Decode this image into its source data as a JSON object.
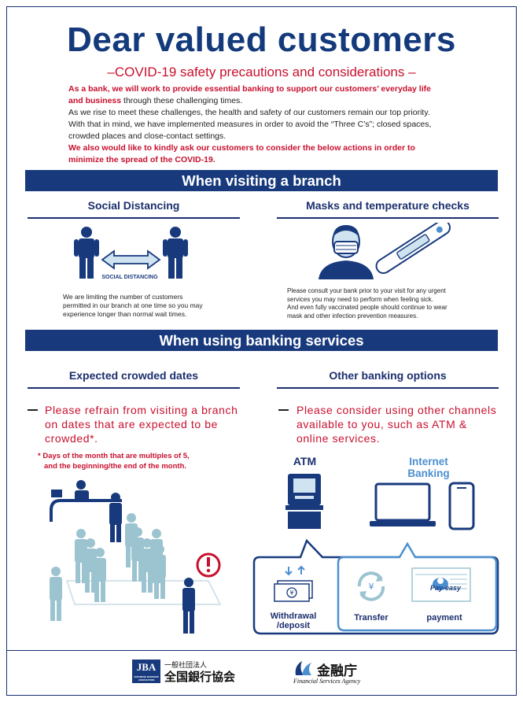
{
  "header": {
    "title": "Dear valued customers",
    "subtitle": "–COVID-19 safety precautions and considerations –"
  },
  "intro": {
    "line1_red": "As a bank, we will work to provide essential banking to support our customers’ everyday life",
    "line2_red": "and business",
    "line2_rest": " through these challenging times.",
    "line3": "As we rise to meet these challenges, the health and safety of our customers remain our top priority.",
    "line4": "With that in mind, we have implemented measures in order to avoid the “Three C’s”; closed spaces,",
    "line5": "crowded places and close-contact settings.",
    "line6_red": "We also would like to kindly ask our customers to consider the below actions in order to",
    "line7_red": "minimize the spread of the COVID-19."
  },
  "section1": {
    "banner": "When visiting a branch",
    "left": {
      "heading": "Social Distancing",
      "graphic_label": "SOCIAL DISTANCING",
      "text1": "We are limiting the number of customers",
      "text2": "permitted in our branch at one time so you may",
      "text3": "experience longer than normal wait times."
    },
    "right": {
      "heading": "Masks and temperature checks",
      "text1": "Please consult your bank prior to your visit for any urgent",
      "text2": "services you may need to perform when feeling sick.",
      "text3": "And even fully vaccinated people should continue to wear",
      "text4": "mask and other infection prevention measures."
    }
  },
  "section2": {
    "banner": "When using banking services",
    "left": {
      "heading": "Expected crowded dates",
      "bullet1": "Please refrain from visiting a branch",
      "bullet2": "on dates that are expected to be",
      "bullet3": "crowded*.",
      "note1": "* Days of the month that are multiples of 5,",
      "note2": "and the beginning/the end of the month."
    },
    "right": {
      "heading": "Other banking options",
      "bullet1": "Please consider using other channels",
      "bullet2": "available to you, such as ATM &",
      "bullet3": "online services.",
      "atm_label": "ATM",
      "internet_label1": "Internet",
      "internet_label2": "Banking",
      "withdrawal1": "Withdrawal",
      "withdrawal2": "/deposit",
      "transfer": "Transfer",
      "payment": "payment",
      "payeasy": "Pay-easy"
    }
  },
  "footer": {
    "jba_abbr": "JBA",
    "jba_small": "JAPANESE BANKERS ASSOCIATION",
    "jba_top": "一般社団法人",
    "jba_name": "全国銀行協会",
    "fsa_name": "金融庁",
    "fsa_en": "Financial Services Agency"
  },
  "colors": {
    "navy": "#183a7d",
    "red": "#c8102e",
    "light_blue": "#4c8fd0",
    "people_teal": "#9cc4d0"
  }
}
